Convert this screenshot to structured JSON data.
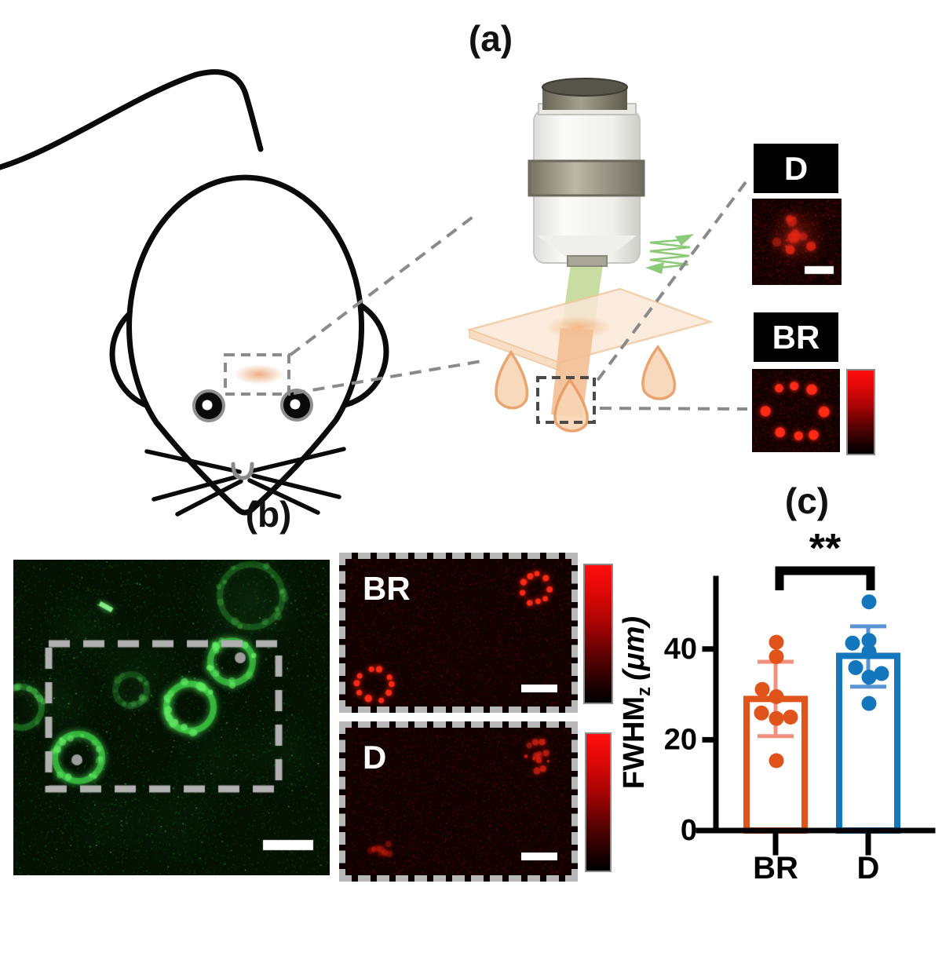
{
  "figure": {
    "panel_a_label": "(a)",
    "panel_b_label": "(b)"
  },
  "panel_a": {
    "inset_d_label": "D",
    "inset_br_label": "BR"
  },
  "panel_b": {
    "br_label": "BR",
    "d_label": "D"
  },
  "chart_data": {
    "type": "bar",
    "title": "(c)",
    "categories": [
      "BR",
      "D"
    ],
    "ylabel": {
      "main": "FWHM",
      "sub": "z",
      "unit": "(μm)"
    },
    "yticks": [
      0,
      20,
      40
    ],
    "ylim": [
      0,
      55
    ],
    "grid": false,
    "legend": null,
    "significance": {
      "label": "**",
      "between": [
        "BR",
        "D"
      ]
    },
    "series": [
      {
        "name": "BR",
        "bar_color": "#E0541C",
        "error_color": "#F2907E",
        "mean": 29,
        "err_low": 20.8,
        "err_high": 37.2,
        "points": [
          41.5,
          38.3,
          31.1,
          29.5,
          25.9,
          25.0,
          24.7,
          15.4
        ],
        "point_dx": [
          1,
          1,
          -17,
          1,
          -18,
          19,
          1,
          1
        ]
      },
      {
        "name": "D",
        "bar_color": "#1476BC",
        "error_color": "#5B94D6",
        "mean": 38.5,
        "err_low": 31.7,
        "err_high": 45.0,
        "points": [
          50.4,
          41.9,
          41.3,
          39.4,
          35.9,
          34.6,
          33.8,
          28.0
        ],
        "point_dx": [
          1,
          1,
          -20,
          1,
          -16,
          17,
          1,
          1
        ]
      }
    ]
  },
  "colors": {
    "br_accent": "#E0541C",
    "d_accent": "#1476BC",
    "colorbar_top": "#FF0E0E",
    "colorbar_bottom": "#000000",
    "label_box_bg": "#000000",
    "label_box_text": "#FFFFFF",
    "dashed_line": "#8A8A8A"
  }
}
